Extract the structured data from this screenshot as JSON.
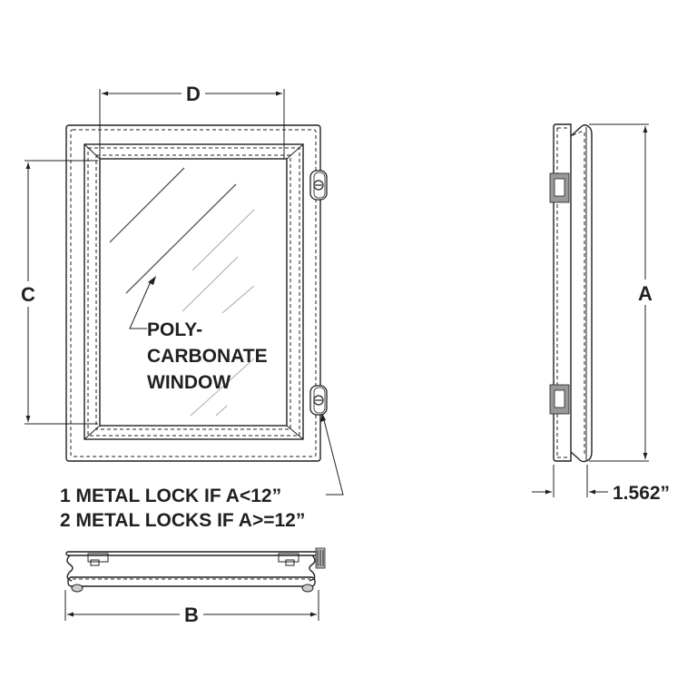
{
  "diagram": {
    "title": "Polycarbonate window door dimensional drawing",
    "dimensions": {
      "a_label": "A",
      "b_label": "B",
      "c_label": "C",
      "d_label": "D",
      "depth_value": "1.562”"
    },
    "callouts": {
      "window_line1": "POLY-",
      "window_line2": "CARBONATE",
      "window_line3": "WINDOW"
    },
    "notes": {
      "lock_rule_1": "1 METAL LOCK IF A<12”",
      "lock_rule_2": "2 METAL LOCKS IF A>=12”"
    },
    "views": [
      "front-view",
      "side-view",
      "bottom-view"
    ],
    "colors": {
      "ink": "#231f20",
      "background": "#ffffff"
    }
  }
}
